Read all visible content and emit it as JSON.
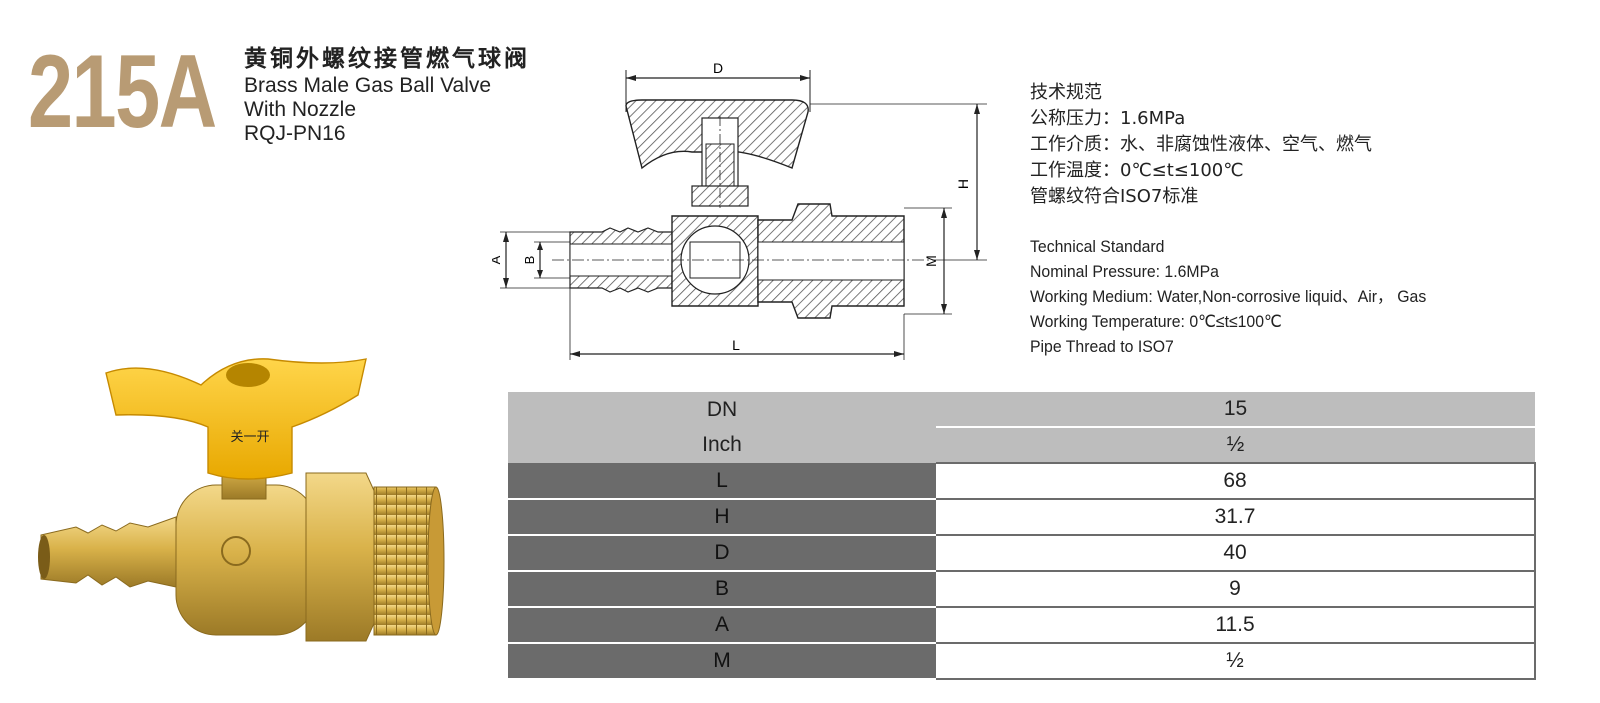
{
  "header": {
    "model": "215A",
    "title_cn": "黄铜外螺纹接管燃气球阀",
    "title_en_1": "Brass Male Gas Ball Valve",
    "title_en_2": "With Nozzle",
    "code": "RQJ-PN16"
  },
  "spec_cn": {
    "heading": "技术规范",
    "line1": "公称压力：1.6MPa",
    "line2": "工作介质：水、非腐蚀性液体、空气、燃气",
    "line3": "工作温度：0℃≤t≤100℃",
    "line4": "管螺纹符合ISO7标准"
  },
  "spec_en": {
    "heading": "Technical Standard",
    "line1": "Nominal Pressure: 1.6MPa",
    "line2": "Working Medium: Water,Non-corrosive liquid、Air， Gas",
    "line3": "Working Temperature: 0℃≤t≤100℃",
    "line4": "Pipe Thread to ISO7"
  },
  "drawing": {
    "dim_d": "D",
    "dim_h": "H",
    "dim_a": "A",
    "dim_b": "B",
    "dim_m": "M",
    "dim_l": "L"
  },
  "product": {
    "handle_text": "关一开"
  },
  "table": {
    "header_rows": [
      {
        "label": "DN",
        "value": "15"
      },
      {
        "label": "Inch",
        "value": "½"
      }
    ],
    "rows": [
      {
        "label": "L",
        "value": "68"
      },
      {
        "label": "H",
        "value": "31.7"
      },
      {
        "label": "D",
        "value": "40"
      },
      {
        "label": "B",
        "value": "9"
      },
      {
        "label": "A",
        "value": "11.5"
      },
      {
        "label": "M",
        "value": "½"
      }
    ]
  },
  "colors": {
    "brand": "#b89b74",
    "header_gray": "#bdbdbd",
    "label_gray": "#6b6b6b",
    "brass": "#d9b24a",
    "handle_yellow": "#f5c518"
  }
}
